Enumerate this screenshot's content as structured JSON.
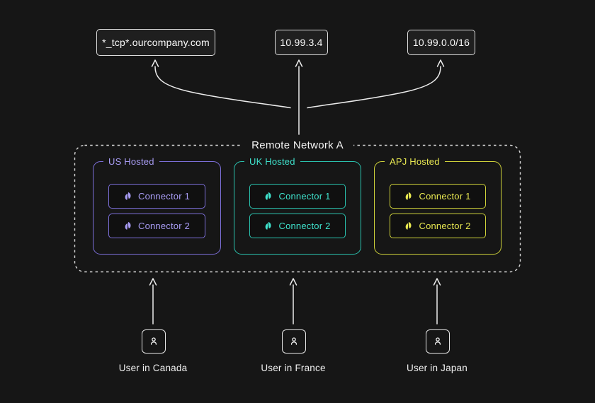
{
  "canvas": {
    "background": "#161616",
    "wire_color": "#ececec",
    "dash_color": "#d6d6d6"
  },
  "destinations": [
    {
      "label": "*_tcp*.ourcompany.com"
    },
    {
      "label": "10.99.3.4"
    },
    {
      "label": "10.99.0.0/16"
    }
  ],
  "remote_network": {
    "title": "Remote Network A",
    "groups": [
      {
        "name": "US Hosted",
        "color": "#a89cf4",
        "border": "#7c6fd9",
        "connectors": [
          "Connector 1",
          "Connector 2"
        ]
      },
      {
        "name": "UK Hosted",
        "color": "#3fe3cd",
        "border": "#2ac2ae",
        "connectors": [
          "Connector 1",
          "Connector 2"
        ]
      },
      {
        "name": "APJ Hosted",
        "color": "#e7e751",
        "border": "#cfd23a",
        "connectors": [
          "Connector 1",
          "Connector 2"
        ]
      }
    ]
  },
  "users": [
    {
      "label": "User in Canada"
    },
    {
      "label": "User in France"
    },
    {
      "label": "User in Japan"
    }
  ],
  "icons": {
    "connector": "leaf-icon",
    "user": "person-icon"
  }
}
